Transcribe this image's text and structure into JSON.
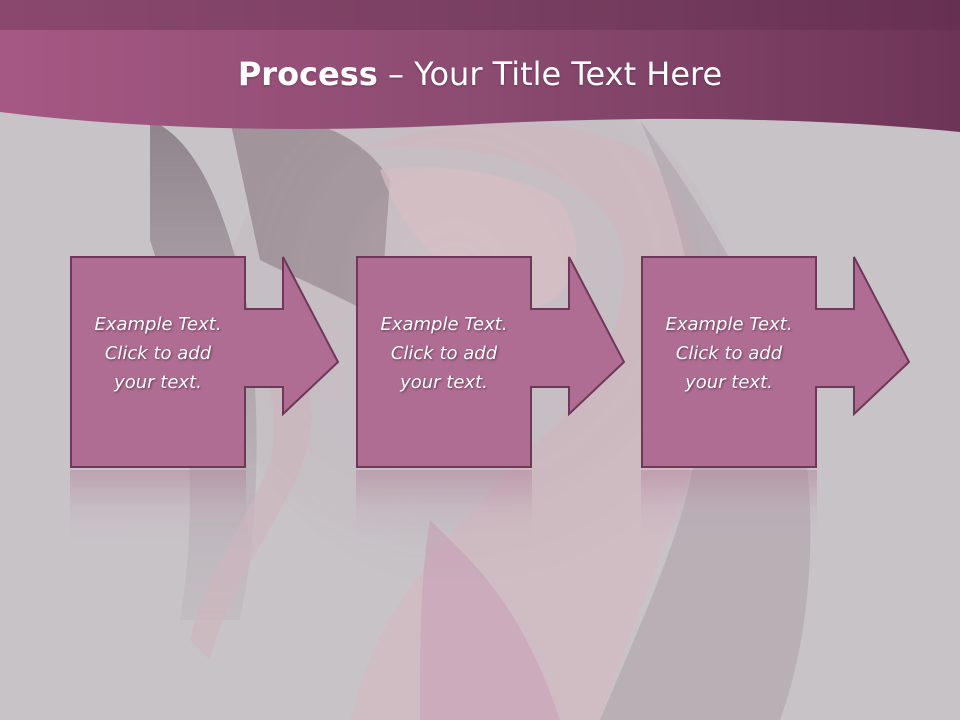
{
  "slide": {
    "title_strong": "Process",
    "title_rest": " – Your Title Text Here"
  },
  "steps": [
    {
      "line1": "Example Text.",
      "line2": "Click  to add",
      "line3": "your text."
    },
    {
      "line1": "Example Text.",
      "line2": "Click  to add",
      "line3": "your text."
    },
    {
      "line1": "Example Text.",
      "line2": "Click  to add",
      "line3": "your text."
    }
  ],
  "colors": {
    "header_band": "#8e4c72",
    "box_fill": "#b06d93",
    "box_stroke": "#6e3858",
    "background": "#c8c3c7"
  }
}
